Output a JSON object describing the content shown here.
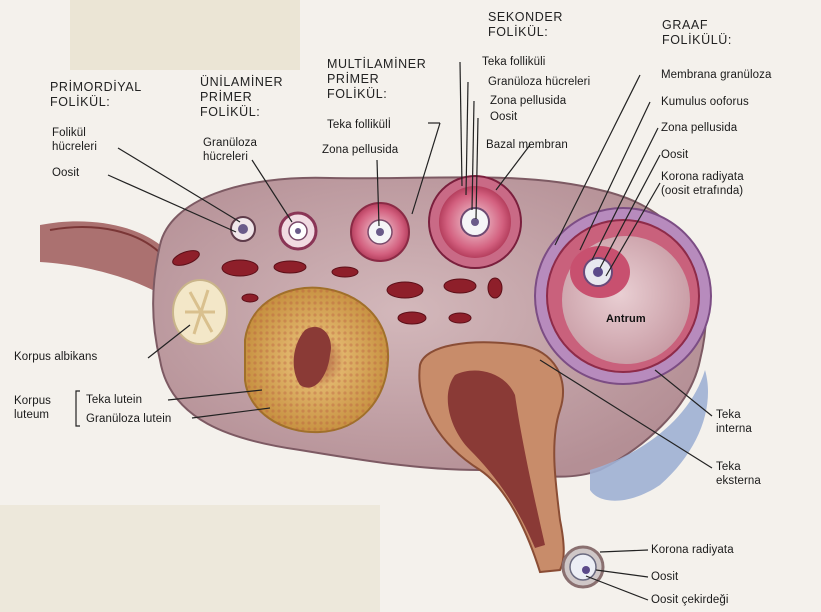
{
  "headings": {
    "primordial": "PRİMORDİYAL\nFOLİKÜL:",
    "unilaminar": "ÜNİLAMİNER\nPRİMER\nFOLİKÜL:",
    "multilaminar": "MULTİLAMİNER\nPRİMER\nFOLİKÜL:",
    "secondary": "SEKONDER\nFOLİKÜL:",
    "graafian": "GRAAF\nFOLİKÜLÜ:"
  },
  "labels": {
    "follicle_cells": "Folikül\nhücreleri",
    "oocyte_primordial": "Oosit",
    "granulosa_cells": "Granüloza\nhücreleri",
    "theca_folliculi_ml": "Teka follikülİ",
    "zona_pellucida_ml": "Zona pellusida",
    "theca_folliculi_sec": "Teka folliküli",
    "granulosa_cells_sec": "Granüloza hücreleri",
    "zona_pellucida_sec": "Zona pellusida",
    "oocyte_sec": "Oosit",
    "basal_membrane": "Bazal membran",
    "membrana_granulosa": "Membrana granüloza",
    "cumulus_oophorus": "Kumulus ooforus",
    "zona_pellucida_gf": "Zona pellusida",
    "oocyte_gf": "Oosit",
    "corona_radiata_gf": "Korona radiyata\n(oosit etrafında)",
    "antrum": "Antrum",
    "corpus_albicans": "Korpus albikans",
    "corpus_luteum": "Korpus\nluteum",
    "theca_lutein": "Teka lutein",
    "granulosa_lutein": "Granüloza lutein",
    "theca_interna": "Teka\ninterna",
    "theca_externa": "Teka\neksterna",
    "corona_radiata_ov": "Korona radiyata",
    "oocyte_ov": "Oosit",
    "oocyte_nucleus": "Oosit çekirdeği"
  },
  "colors": {
    "background": "#f4f1ec",
    "stroma": "#c8a9ad",
    "follicle_pink": "#c9476a",
    "vessel_red": "#8e1f2a",
    "corpus_luteum_yellow": "#d2a24a",
    "graafian_purple": "#b78bbd",
    "text": "#1a1a1a"
  }
}
